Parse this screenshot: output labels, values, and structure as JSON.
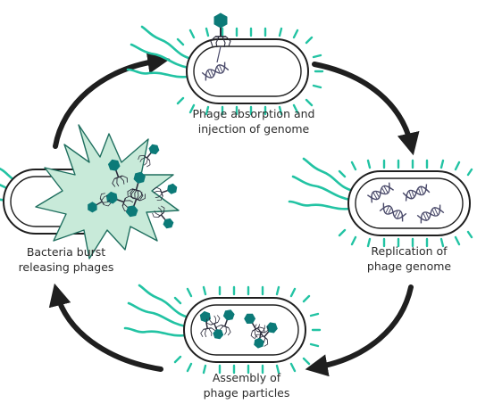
{
  "captions": {
    "absorption": [
      "Phage absorption and",
      "injection of genome"
    ],
    "replication": [
      "Replication of",
      "phage genome"
    ],
    "assembly": [
      "Assembly of",
      "phage particles"
    ],
    "burst": [
      "Bacteria burst",
      "releasing phages"
    ]
  },
  "colors": {
    "cell_outline": "#1f1f1f",
    "cilia": "#22c3a3",
    "burst_fill": "#c8ead9",
    "phage_head": "#0c7a78",
    "dna": "#4a4a6a",
    "arrow": "#1f1f1f"
  },
  "icons": {
    "phage": "bacteriophage-icon",
    "dna": "dna-helix-icon",
    "arrow": "cycle-arrow-icon"
  }
}
